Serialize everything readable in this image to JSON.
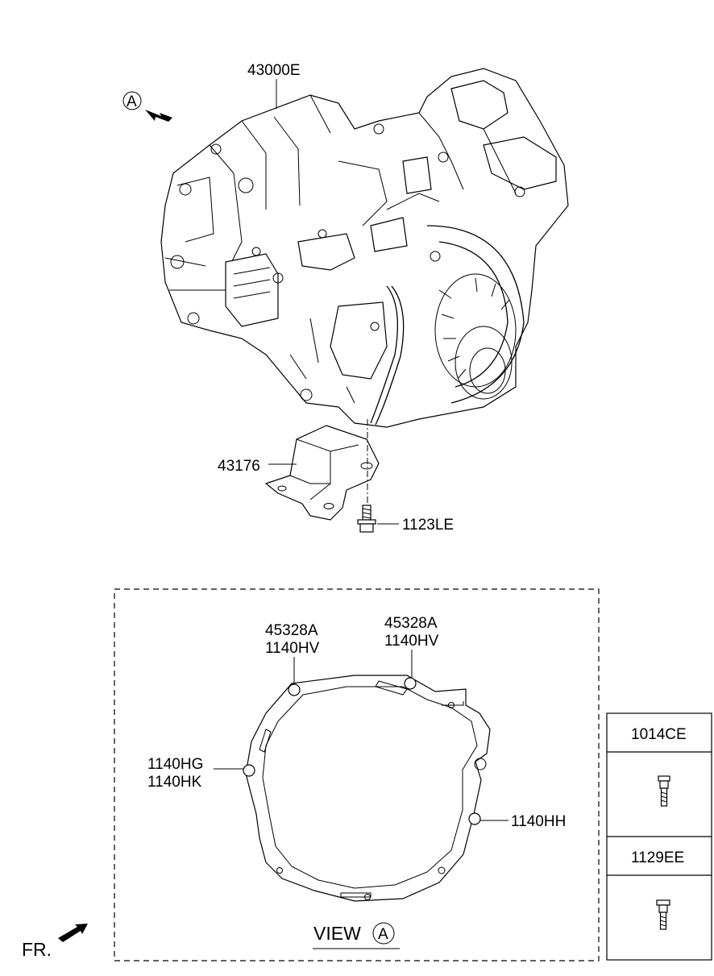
{
  "callouts": {
    "assembly": "43000E",
    "bracket": "43176",
    "bracket_bolt": "1123LE",
    "top_left_a": "45328A",
    "top_left_b": "1140HV",
    "top_right_a": "45328A",
    "top_right_b": "1140HV",
    "left_a": "1140HG",
    "left_b": "1140HK",
    "right": "1140HH"
  },
  "view_marker": {
    "letter": "A"
  },
  "view_caption": {
    "text": "VIEW",
    "letter": "A"
  },
  "legend": {
    "item1": {
      "code": "1014CE",
      "icon": "flange-bolt-icon"
    },
    "item2": {
      "code": "1129EE",
      "icon": "hex-bolt-icon"
    }
  },
  "orientation": {
    "label": "FR."
  }
}
